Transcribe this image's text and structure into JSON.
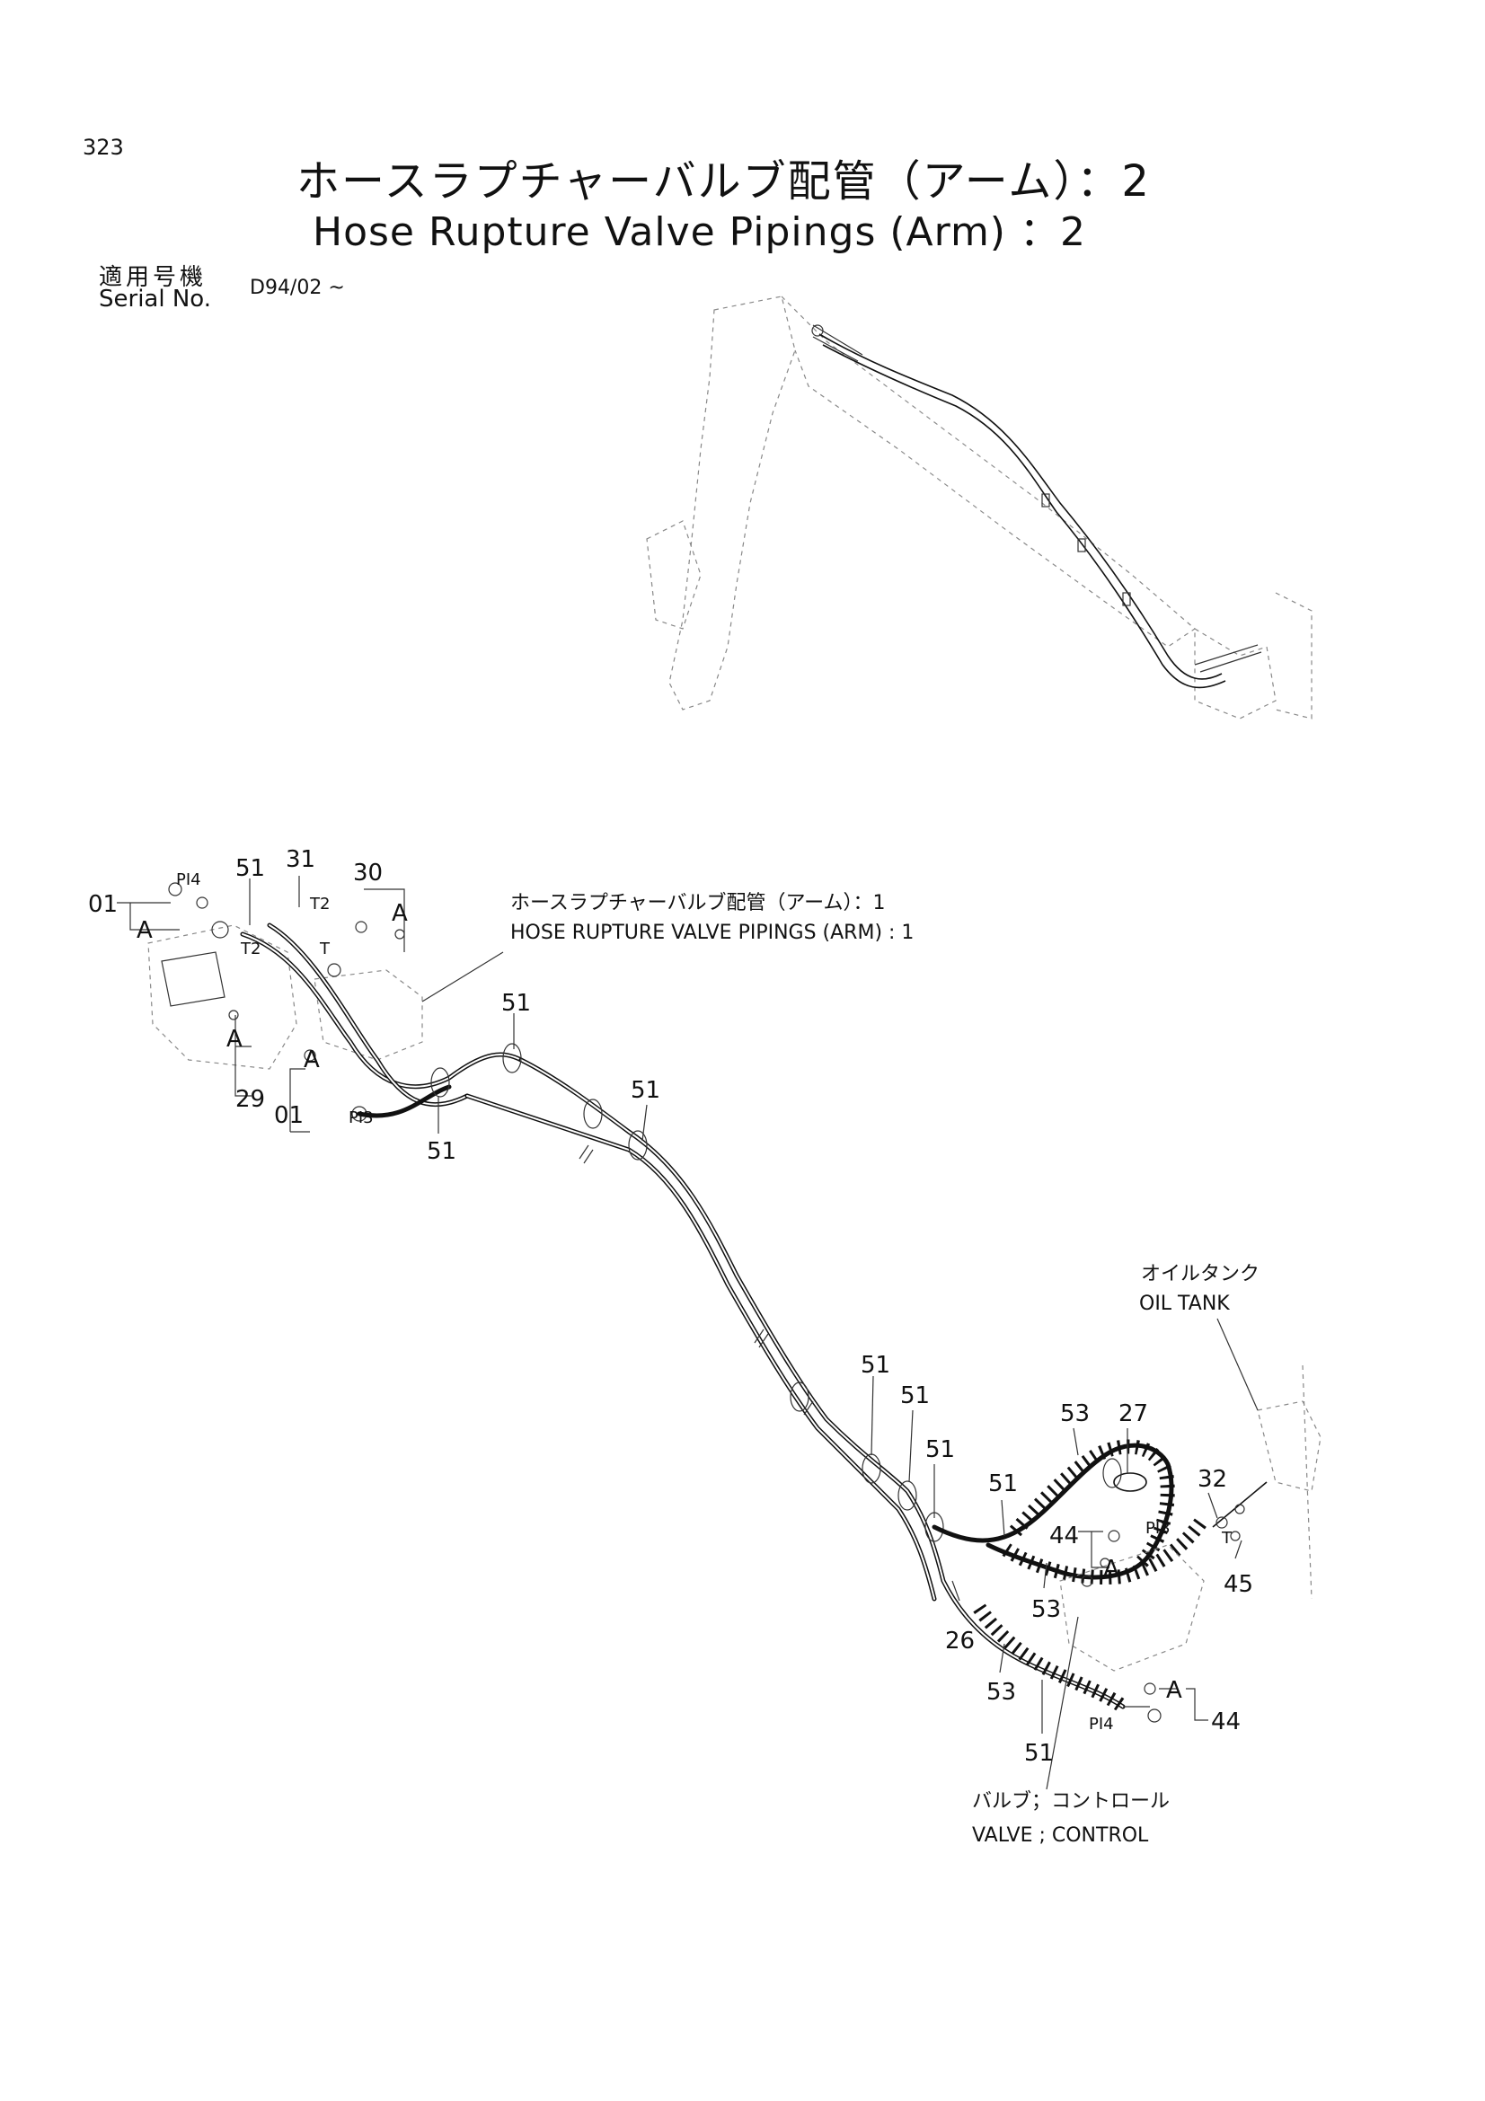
{
  "header": {
    "page_number": "323",
    "title_ja": "ホースラプチャーバルブ配管（アーム）：2",
    "title_en": "Hose Rupture Valve Pipings (Arm) ：2",
    "serial_label_ja": "適用号機",
    "serial_label_en": "Serial No.",
    "serial_value": "D94/02 ~"
  },
  "callouts": {
    "c01_left": "01",
    "c01_bottom": "01",
    "c29": "29",
    "c51_top": "51",
    "c31": "31",
    "c30": "30",
    "c51_a": "51",
    "c51_b": "51",
    "c51_c": "51",
    "c51_d": "51",
    "c51_e": "51",
    "c51_f": "51",
    "c51_g": "51",
    "c51_h": "51",
    "c53_top": "53",
    "c27": "27",
    "c32": "32",
    "c44_mid": "44",
    "c53_mid": "53",
    "c45": "45",
    "c26": "26",
    "c53_low": "53",
    "c51_low": "51",
    "c44_low": "44"
  },
  "labels": {
    "a1": "A",
    "a2": "A",
    "a3": "A",
    "a4": "A",
    "a5": "A",
    "a6": "A",
    "pi4_top": "PI4",
    "pi3_left": "PI3",
    "t2_upper": "T2",
    "t2_lower": "T2",
    "t_upper": "T",
    "pi3_right": "PI3",
    "t_right": "T",
    "pi4_low": "PI4"
  },
  "notes": {
    "ref_ja": "ホースラプチャーバルブ配管（アーム）：1",
    "ref_en": "HOSE RUPTURE VALVE PIPINGS (ARM) : 1",
    "tank_ja": "オイルタンク",
    "tank_en": "OIL TANK",
    "valve_ja": "バルブ；コントロール",
    "valve_en": "VALVE ; CONTROL"
  }
}
